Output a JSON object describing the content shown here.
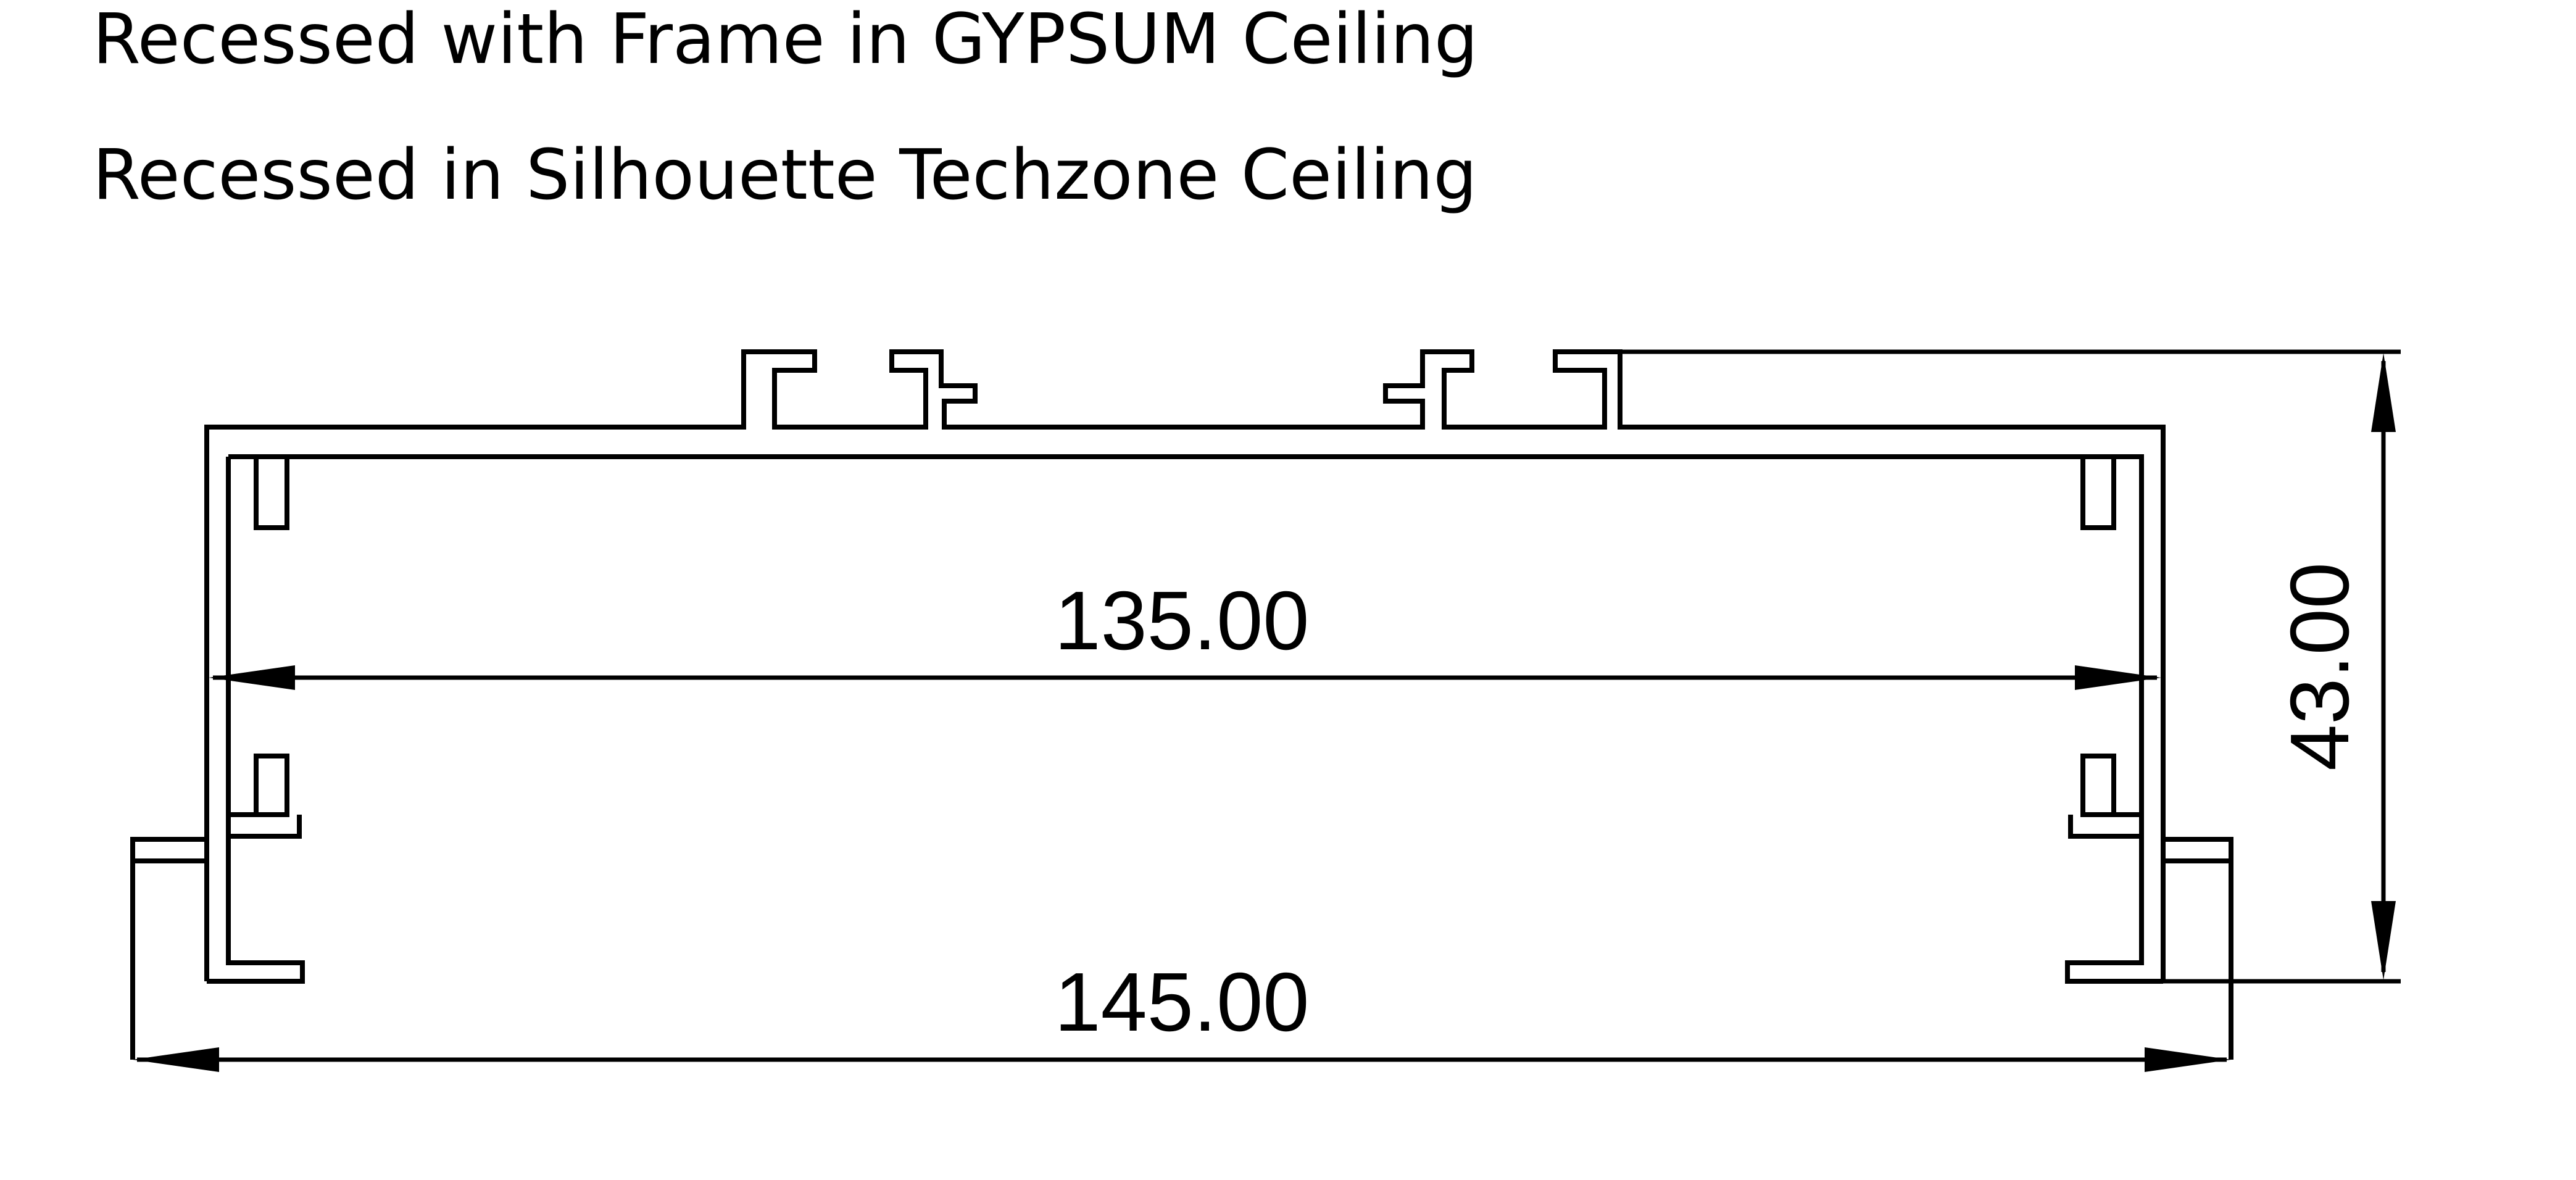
{
  "captions": {
    "line1": "Recessed with Frame in GYPSUM Ceiling",
    "line2": "Recessed in Silhouette Techzone Ceiling"
  },
  "dimensions": {
    "inner_width": "135.00",
    "outer_width": "145.00",
    "height": "43.00"
  },
  "colors": {
    "line": "#000000",
    "background": "#ffffff"
  }
}
